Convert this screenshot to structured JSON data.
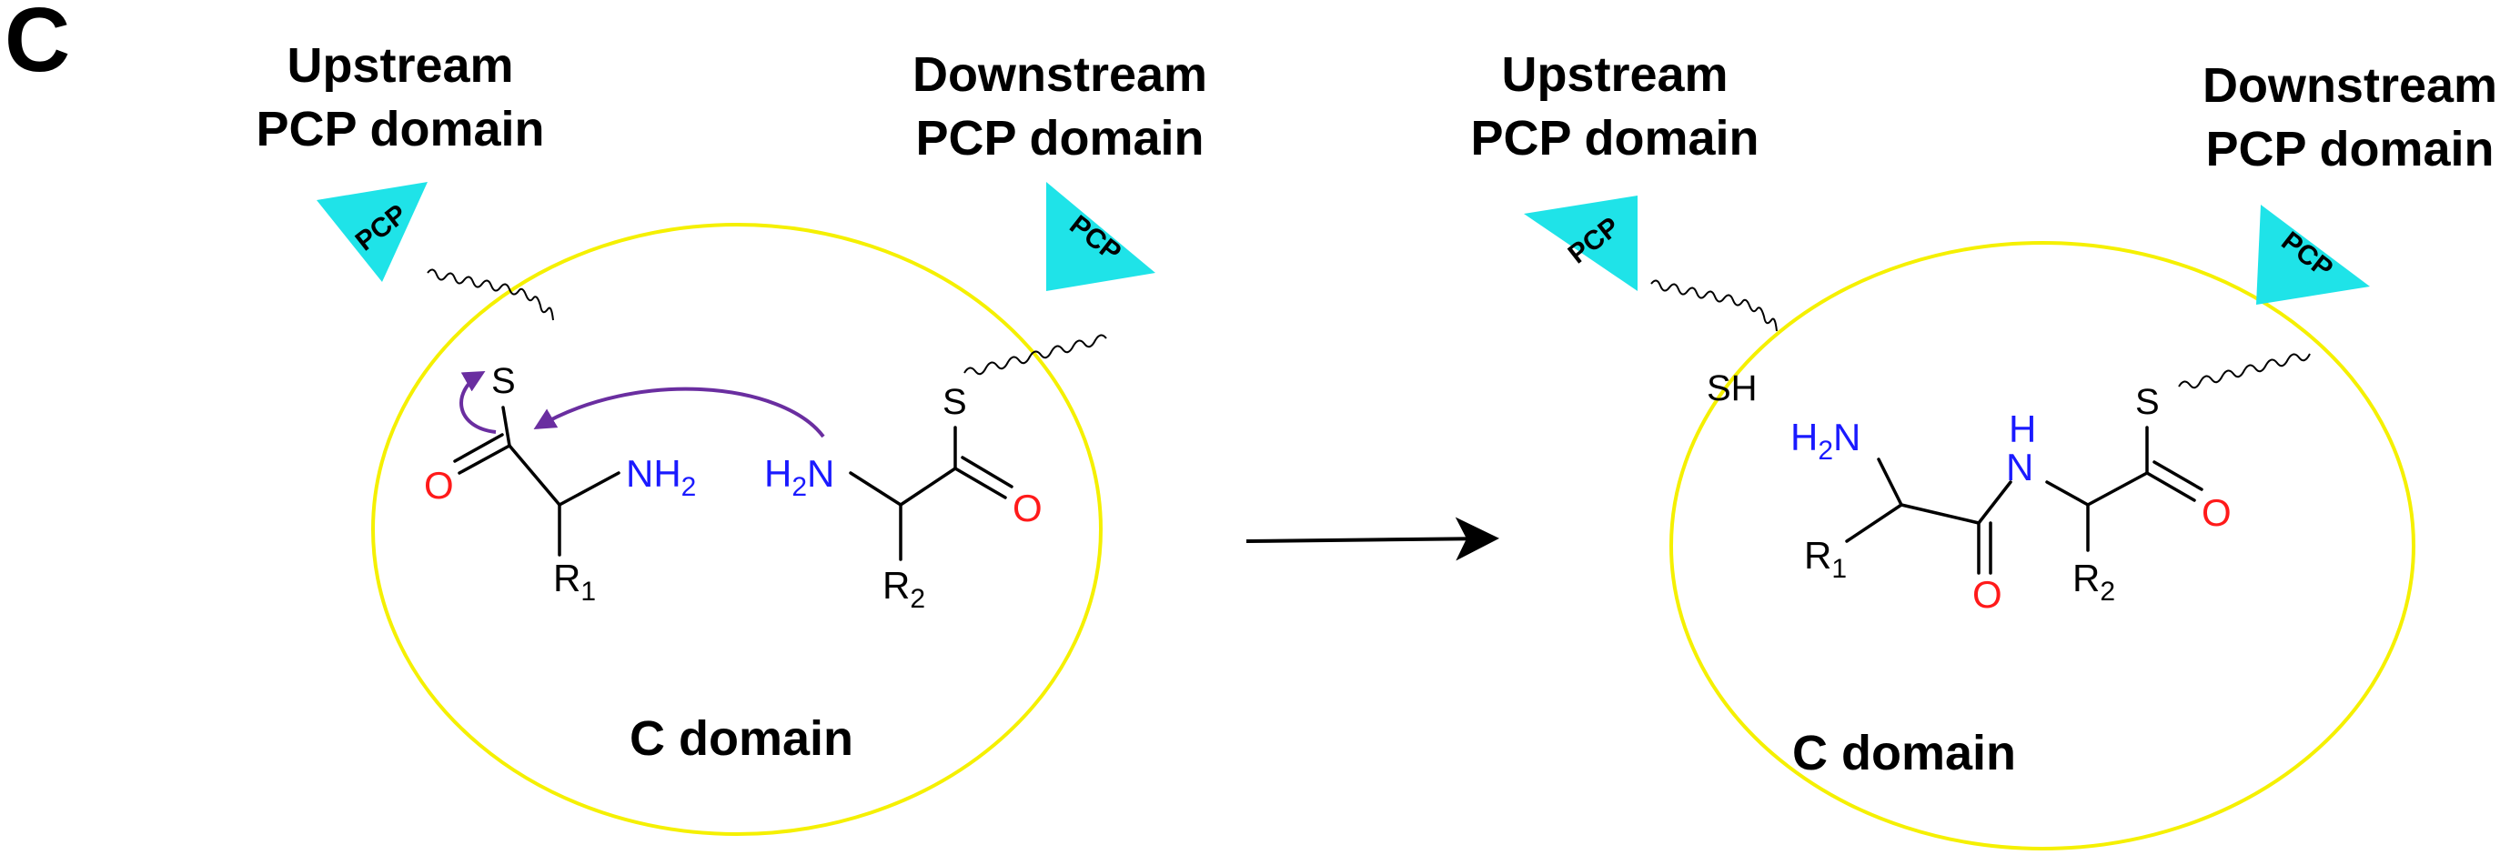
{
  "panel_label": "C",
  "left": {
    "upstream_line1": "Upstream",
    "upstream_line2": "PCP domain",
    "downstream_line1": "Downstream",
    "downstream_line2": "PCP domain",
    "pcp_up": "PCP",
    "pcp_down": "PCP",
    "domain_label": "C domain",
    "s1": "S",
    "s2": "S",
    "o1": "O",
    "o2": "O",
    "nh2_n": "NH",
    "nh2_sub": "2",
    "h2n_h": "H",
    "h2n_sub": "2",
    "h2n_n": "N",
    "r1": "R",
    "r1_sub": "1",
    "r2": "R",
    "r2_sub": "2"
  },
  "right": {
    "upstream_line1": "Upstream",
    "upstream_line2": "PCP domain",
    "downstream_line1": "Downstream",
    "downstream_line2": "PCP domain",
    "pcp_up": "PCP",
    "pcp_down": "PCP",
    "domain_label": "C domain",
    "sh": "SH",
    "s": "S",
    "h2n_h": "H",
    "h2n_sub": "2",
    "h2n_n": "N",
    "nh_h": "H",
    "nh_n": "N",
    "o1": "O",
    "o2": "O",
    "r1": "R",
    "r1_sub": "1",
    "r2": "R",
    "r2_sub": "2"
  },
  "colors": {
    "ellipse": "#f5f000",
    "pcp": "#1fe3e8",
    "amine": "#1a1aff",
    "oxygen": "#ff1a1a",
    "arrow_purple": "#6a2ea0"
  }
}
